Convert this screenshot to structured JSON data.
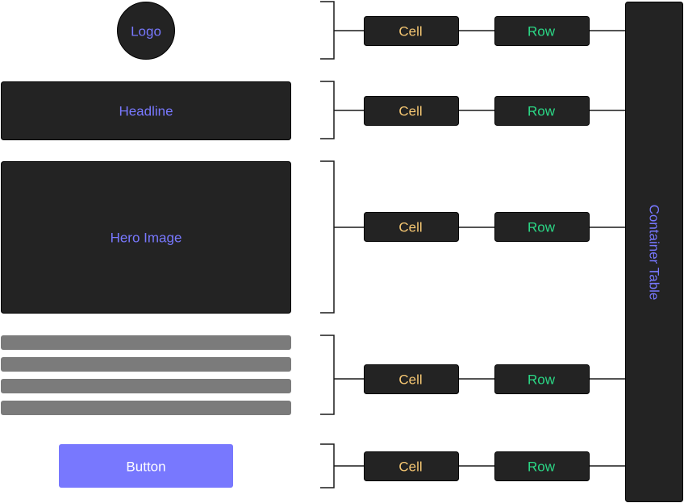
{
  "colors": {
    "dark_fill": "#232323",
    "text_line_fill": "#7b7b7b",
    "accent": "#7878fe",
    "cell_text": "#f7c873",
    "row_text": "#2bd886",
    "line": "#1a1a1a"
  },
  "elements": {
    "logo": "Logo",
    "headline": "Headline",
    "hero_image": "Hero Image",
    "button": "Button"
  },
  "rows": [
    {
      "cell": "Cell",
      "row": "Row"
    },
    {
      "cell": "Cell",
      "row": "Row"
    },
    {
      "cell": "Cell",
      "row": "Row"
    },
    {
      "cell": "Cell",
      "row": "Row"
    },
    {
      "cell": "Cell",
      "row": "Row"
    }
  ],
  "container": "Container Table"
}
